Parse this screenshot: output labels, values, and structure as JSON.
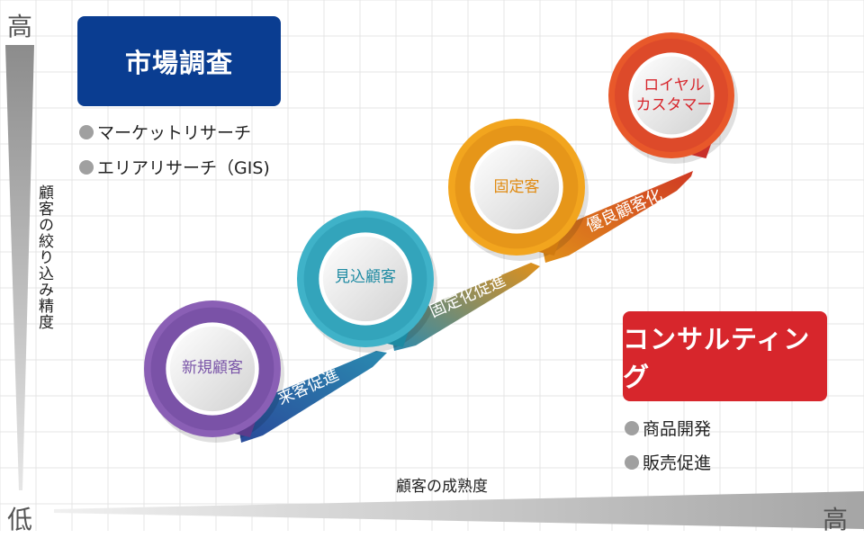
{
  "axes": {
    "y_high": "高",
    "y_low": "低",
    "x_high": "高",
    "y_title": "顧客の絞り込み精度",
    "x_title": "顧客の成熟度"
  },
  "market_research": {
    "title": "市場調査",
    "color": "#0a3d91",
    "items": [
      "マーケットリサーチ",
      "エリアリサーチ（GIS)"
    ]
  },
  "consulting": {
    "title": "コンサルティング",
    "color": "#d7262c",
    "items": [
      "商品開発",
      "販売促進"
    ]
  },
  "stages": [
    {
      "label": "新規顧客",
      "color": "#8a5fb5",
      "dark": "#5b3c8c",
      "text_color": "#7a55a8"
    },
    {
      "label": "見込顧客",
      "color": "#3fb2c8",
      "dark": "#1d8aa2",
      "text_color": "#1d8aa2"
    },
    {
      "label": "固定客",
      "color": "#f2a51e",
      "dark": "#d07a10",
      "text_color": "#e08a10"
    },
    {
      "label": "ロイヤル\nカスタマー",
      "color": "#e8582a",
      "dark": "#c8302a",
      "text_color": "#d7262c"
    }
  ],
  "transitions": [
    {
      "label": "来客促進",
      "from": "#2a4a9a",
      "to": "#2a8ab0"
    },
    {
      "label": "固定化促進",
      "from": "#2a8ab0",
      "to": "#e0901a"
    },
    {
      "label": "優良顧客化",
      "from": "#e0901a",
      "to": "#d03a24"
    }
  ]
}
